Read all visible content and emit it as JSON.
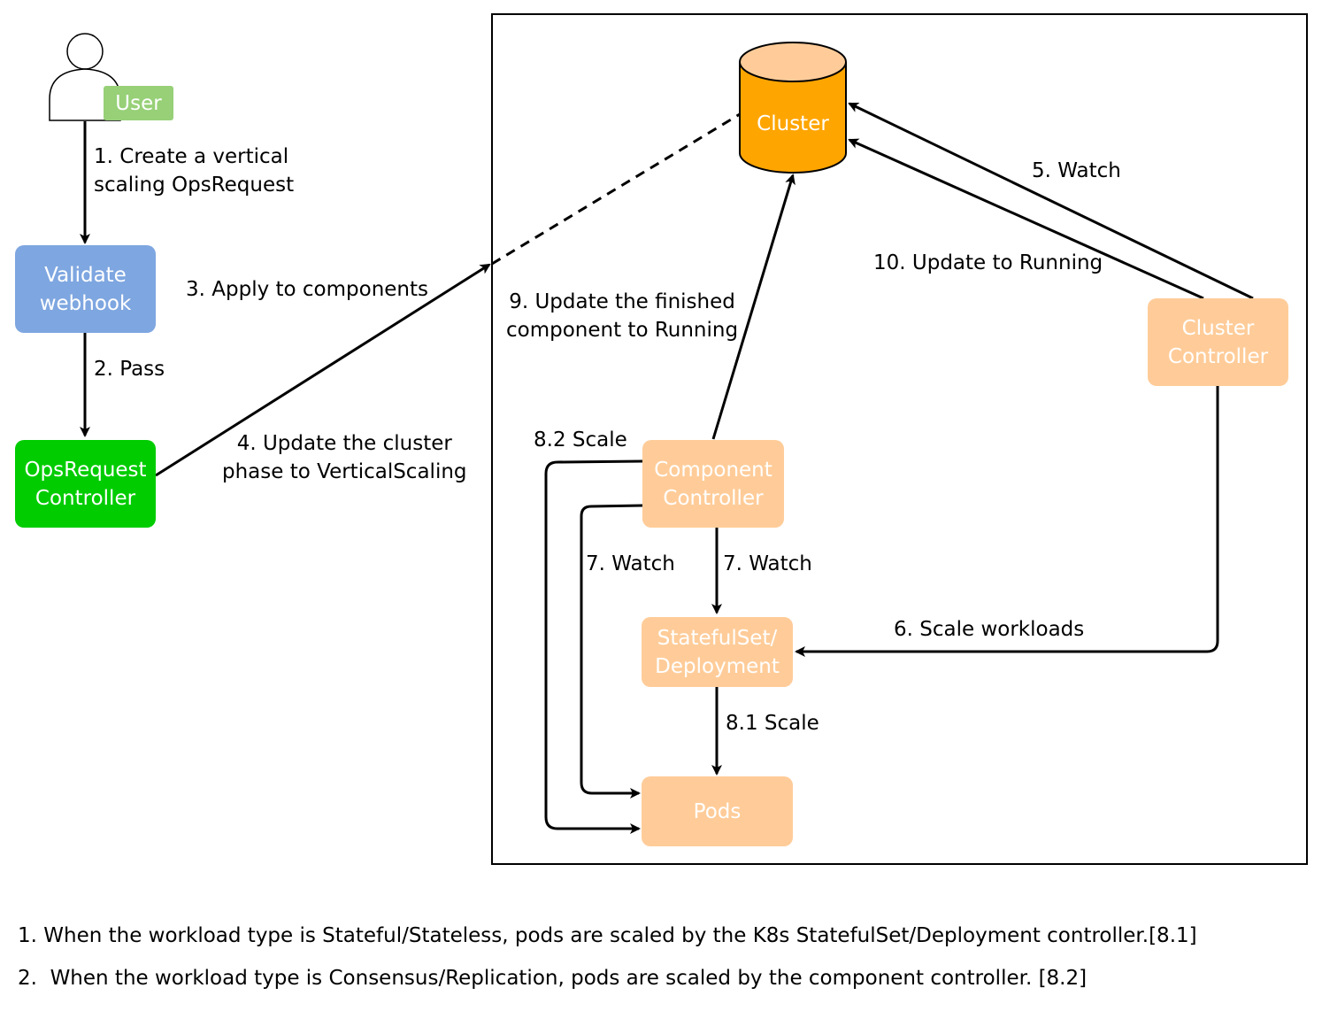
{
  "colors": {
    "validate_webhook": "#7ea6e0",
    "opsrequest_controller": "#00cc00",
    "k8s_components": "#ffcc99",
    "cylinder_top": "#ffcc99",
    "cylinder_body": "#ffa500",
    "user_badge": "#97d077",
    "edge": "#000000"
  },
  "icons": {
    "user": "person-outline-icon",
    "cluster": "database-cylinder-icon"
  },
  "nodes": {
    "user": "User",
    "validate": "Validate\nwebhook",
    "opsrequest": "OpsRequest\nController",
    "cluster": "Cluster",
    "cluster_controller": "Cluster\nController",
    "component_controller": "Component\nController",
    "statefulset": "StatefulSet/\nDeployment",
    "pods": "Pods"
  },
  "edges": {
    "step1": "1. Create a vertical\nscaling OpsRequest",
    "step2": "2. Pass",
    "step3": "3. Apply to components",
    "step4": "4. Update the cluster\nphase to VerticalScaling",
    "step5": "5. Watch",
    "step6": "6. Scale workloads",
    "step7a": "7. Watch",
    "step7b": "7. Watch",
    "step81": "8.1 Scale",
    "step82": "8.2 Scale",
    "step9": "9. Update the finished\ncomponent to Running",
    "step10": "10. Update to Running"
  },
  "notes": [
    "1. When the workload type is Stateful/Stateless, pods are scaled by the K8s StatefulSet/Deployment controller.[8.1]",
    "2.  When the workload type is Consensus/Replication, pods are scaled by the component controller. [8.2]"
  ]
}
